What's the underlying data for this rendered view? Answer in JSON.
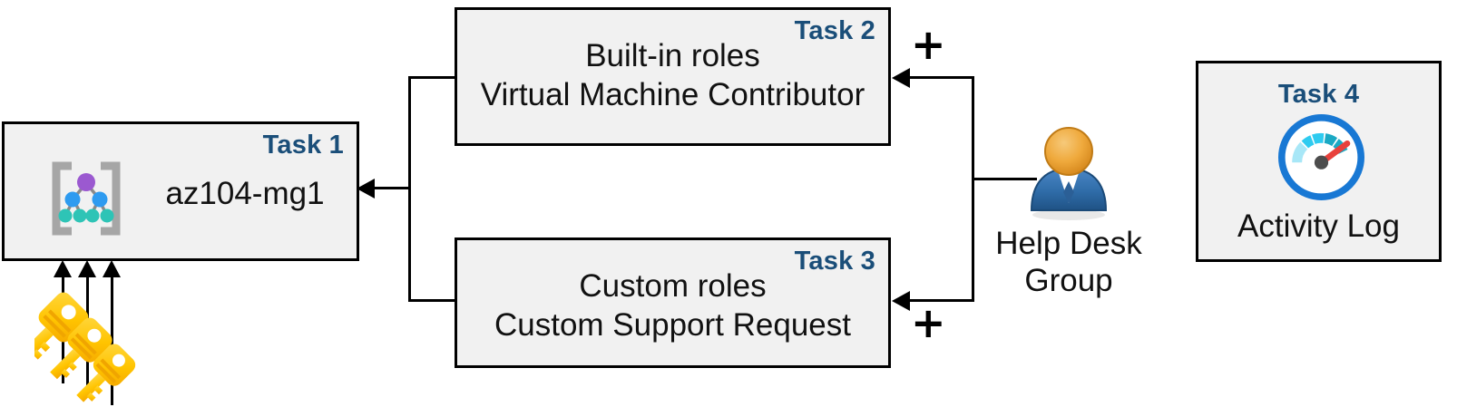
{
  "diagram": {
    "title": "Azure RBAC task diagram",
    "accent_color": "#1a4e79",
    "box_fill": "#f1f1f1",
    "border_color": "#000000"
  },
  "boxes": [
    {
      "id": "task1",
      "task_label": "Task 1",
      "text": "az104-mg1",
      "icon": "management-group-icon"
    },
    {
      "id": "task2",
      "task_label": "Task 2",
      "text": "Built-in roles\nVirtual Machine Contributor"
    },
    {
      "id": "task3",
      "task_label": "Task 3",
      "text": "Custom roles\nCustom Support Request"
    },
    {
      "id": "task4",
      "task_label": "Task 4",
      "text": "Activity Log",
      "icon": "activity-log-gauge-icon"
    }
  ],
  "actor": {
    "label": "Help Desk\nGroup",
    "icon": "user-group-icon",
    "head_color": "#e8a33d",
    "body_color": "#2b6cb0"
  },
  "keys": {
    "icon": "key-icon",
    "count": 3,
    "color": "#ffc400"
  },
  "connectors": {
    "plus_top": "+",
    "plus_bottom": "+"
  }
}
